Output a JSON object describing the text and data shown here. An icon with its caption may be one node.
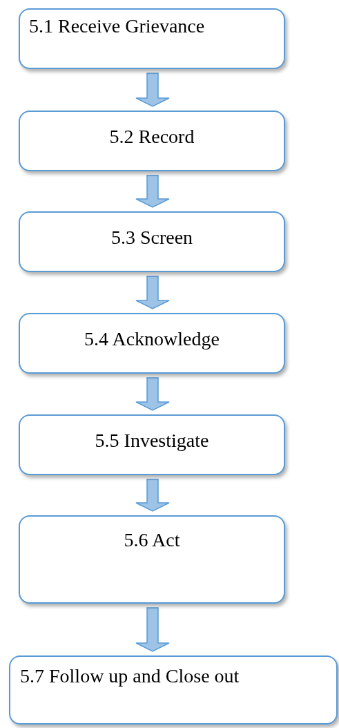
{
  "diagram": {
    "nodes": [
      {
        "text": [
          "5.1 Receive Grievance"
        ]
      },
      {
        "text": [
          "5.2 Record"
        ]
      },
      {
        "text": [
          "5.3 Screen"
        ]
      },
      {
        "text": [
          "5.4 Acknowledge"
        ]
      },
      {
        "text": [
          "5.5 Investigate"
        ]
      },
      {
        "text": [
          "5.6 Act"
        ]
      },
      {
        "text": [
          "5.7 Follow up and Close out"
        ]
      }
    ],
    "edges": [
      {
        "from": 0,
        "to": 1,
        "arrow": "to"
      },
      {
        "from": 1,
        "to": 2,
        "arrow": "to"
      },
      {
        "from": 2,
        "to": 3,
        "arrow": "to"
      },
      {
        "from": 3,
        "to": 4,
        "arrow": "to"
      },
      {
        "from": 4,
        "to": 5,
        "arrow": "to"
      },
      {
        "from": 5,
        "to": 6,
        "arrow": "to"
      }
    ]
  }
}
